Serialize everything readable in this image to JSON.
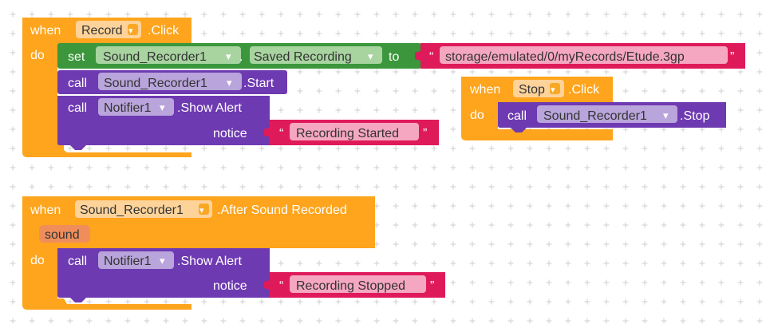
{
  "colors": {
    "event": "#fea41d",
    "event_field": "#fdd39a",
    "setter": "#3b963c",
    "setter_field": "#a8d4a0",
    "method": "#6e3ab2",
    "method_field": "#b9a4db",
    "text": "#df1a5a",
    "text_field": "#f5a7c1",
    "grid": "#cfcfcf"
  },
  "block1": {
    "when": "when",
    "component": "Record",
    "event": ".Click",
    "do": "do",
    "set": {
      "keyword": "set",
      "component": "Sound_Recorder1",
      "dot": ".",
      "property": "Saved Recording",
      "to": "to",
      "value": "storage/emulated/0/myRecords/Etude.3gp"
    },
    "call_start": {
      "keyword": "call",
      "component": "Sound_Recorder1",
      "method": ".Start"
    },
    "call_alert": {
      "keyword": "call",
      "component": "Notifier1",
      "method": ".Show Alert",
      "param": "notice",
      "value": "Recording Started"
    }
  },
  "block2": {
    "when": "when",
    "component": "Stop",
    "event": ".Click",
    "do": "do",
    "call_stop": {
      "keyword": "call",
      "component": "Sound_Recorder1",
      "method": ".Stop"
    }
  },
  "block3": {
    "when": "when",
    "component": "Sound_Recorder1",
    "event": ".After Sound Recorded",
    "param": "sound",
    "do": "do",
    "call_alert": {
      "keyword": "call",
      "component": "Notifier1",
      "method": ".Show Alert",
      "param": "notice",
      "value": "Recording Stopped"
    }
  },
  "quote": "“",
  "quote_close": "”",
  "dropdown_arrow": "▾"
}
